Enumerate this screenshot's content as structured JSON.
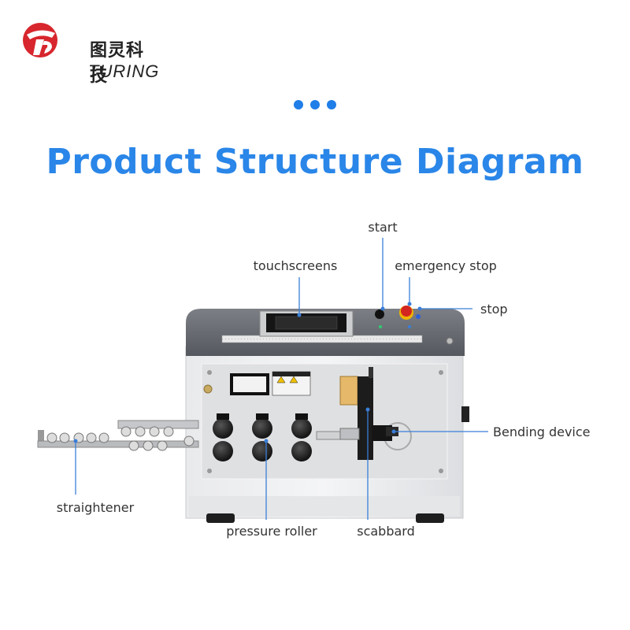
{
  "brand": {
    "name_cn": "图灵科技",
    "name_en": "TURING",
    "accent": "#2a86e8",
    "logo_red": "#d7262d"
  },
  "title": "Product Structure Diagram",
  "labels": {
    "start": "start",
    "touchscreens": "touchscreens",
    "emergency_stop": "emergency stop",
    "stop": "stop",
    "bending_device": "Bending device",
    "straightener": "straightener",
    "pressure_roller": "pressure roller",
    "scabbard": "scabbard"
  },
  "callout_line_color": "#3a7fd8"
}
